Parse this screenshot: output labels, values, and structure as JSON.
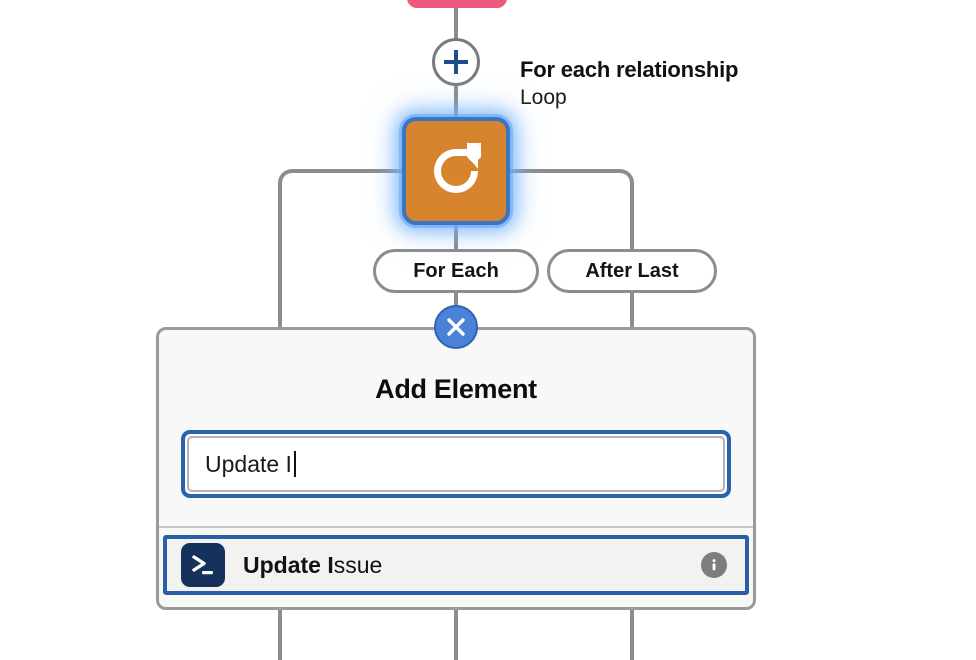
{
  "flow": {
    "top_node": {
      "name": "previous-node",
      "color": "#ee5a7d"
    },
    "add_button": {
      "icon": "plus-icon",
      "color": "#1f4e8c"
    },
    "loop_node": {
      "icon": "loop-redo-icon",
      "color": "#d6842d",
      "selected_border": "#3a74c4",
      "title": "For each relationship",
      "subtitle": "Loop"
    },
    "branches": [
      {
        "label": "For Each"
      },
      {
        "label": "After Last"
      }
    ],
    "line_color": "#8c8c8c"
  },
  "dialog": {
    "title": "Add Element",
    "close_icon": "close-x-icon",
    "accent": "#2a62b0",
    "search": {
      "value": "Update I",
      "placeholder": "Search elements"
    },
    "results": [
      {
        "icon": "terminal-icon",
        "icon_color": "#16315c",
        "match": "Update I",
        "rest": "ssue",
        "info_icon": "info-icon",
        "selected": true
      }
    ]
  }
}
